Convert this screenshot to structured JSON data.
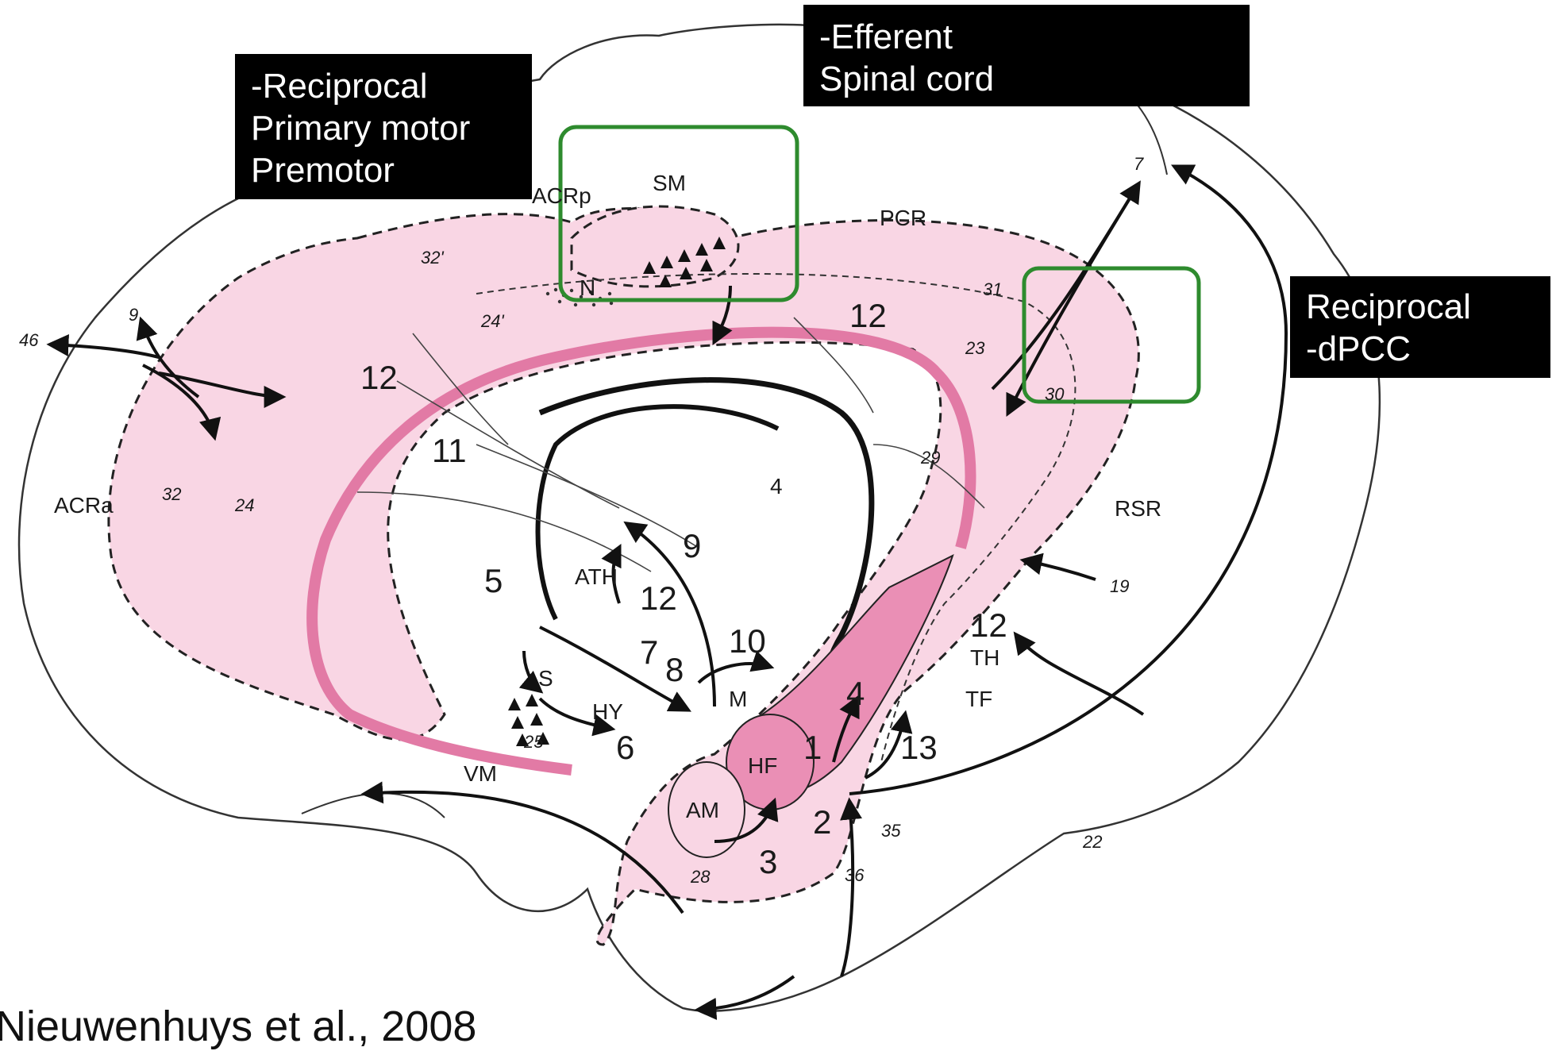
{
  "callouts": {
    "reciprocal_motor": [
      "-Reciprocal",
      "Primary motor",
      "Premotor"
    ],
    "efferent": [
      "-Efferent",
      "Spinal cord"
    ],
    "reciprocal_dpcc": [
      "Reciprocal",
      "-dPCC"
    ]
  },
  "citation": "Nieuwenhuys et al., 2008",
  "colors": {
    "cortex_fill": "#f9d6e4",
    "cingulate_band": "#e27aa5",
    "hippocampus_fill": "#ea8fb5",
    "highlight_box": "#2e8b2e",
    "callout_bg": "#000000"
  },
  "region_labels": {
    "acrp": "ACRp",
    "sm": "SM",
    "pcr": "PCR",
    "acra": "ACRa",
    "rsr": "RSR",
    "n": "N",
    "ath": "ATH",
    "s": "S",
    "hy": "HY",
    "m": "M",
    "vm": "VM",
    "hf": "HF",
    "am": "AM",
    "th": "TH",
    "tf": "TF"
  },
  "area_numbers": {
    "a32p": "32'",
    "a24p": "24'",
    "a31": "31",
    "a23": "23",
    "a30": "30",
    "a29": "29",
    "a32": "32",
    "a24": "24",
    "a25": "25",
    "a28": "28",
    "a35": "35",
    "a36": "36",
    "a19": "19",
    "a22": "22",
    "a9": "9",
    "a46": "46",
    "a7": "7",
    "a4_small": "4"
  },
  "pathway_numbers": {
    "p12_top": "12",
    "p12_left": "12",
    "p11": "11",
    "p9": "9",
    "p12_mid": "12",
    "p5": "5",
    "p7": "7",
    "p8": "8",
    "p10": "10",
    "p6": "6",
    "p4": "4",
    "p1": "1",
    "p13": "13",
    "p2": "2",
    "p3": "3",
    "p12_right": "12"
  }
}
